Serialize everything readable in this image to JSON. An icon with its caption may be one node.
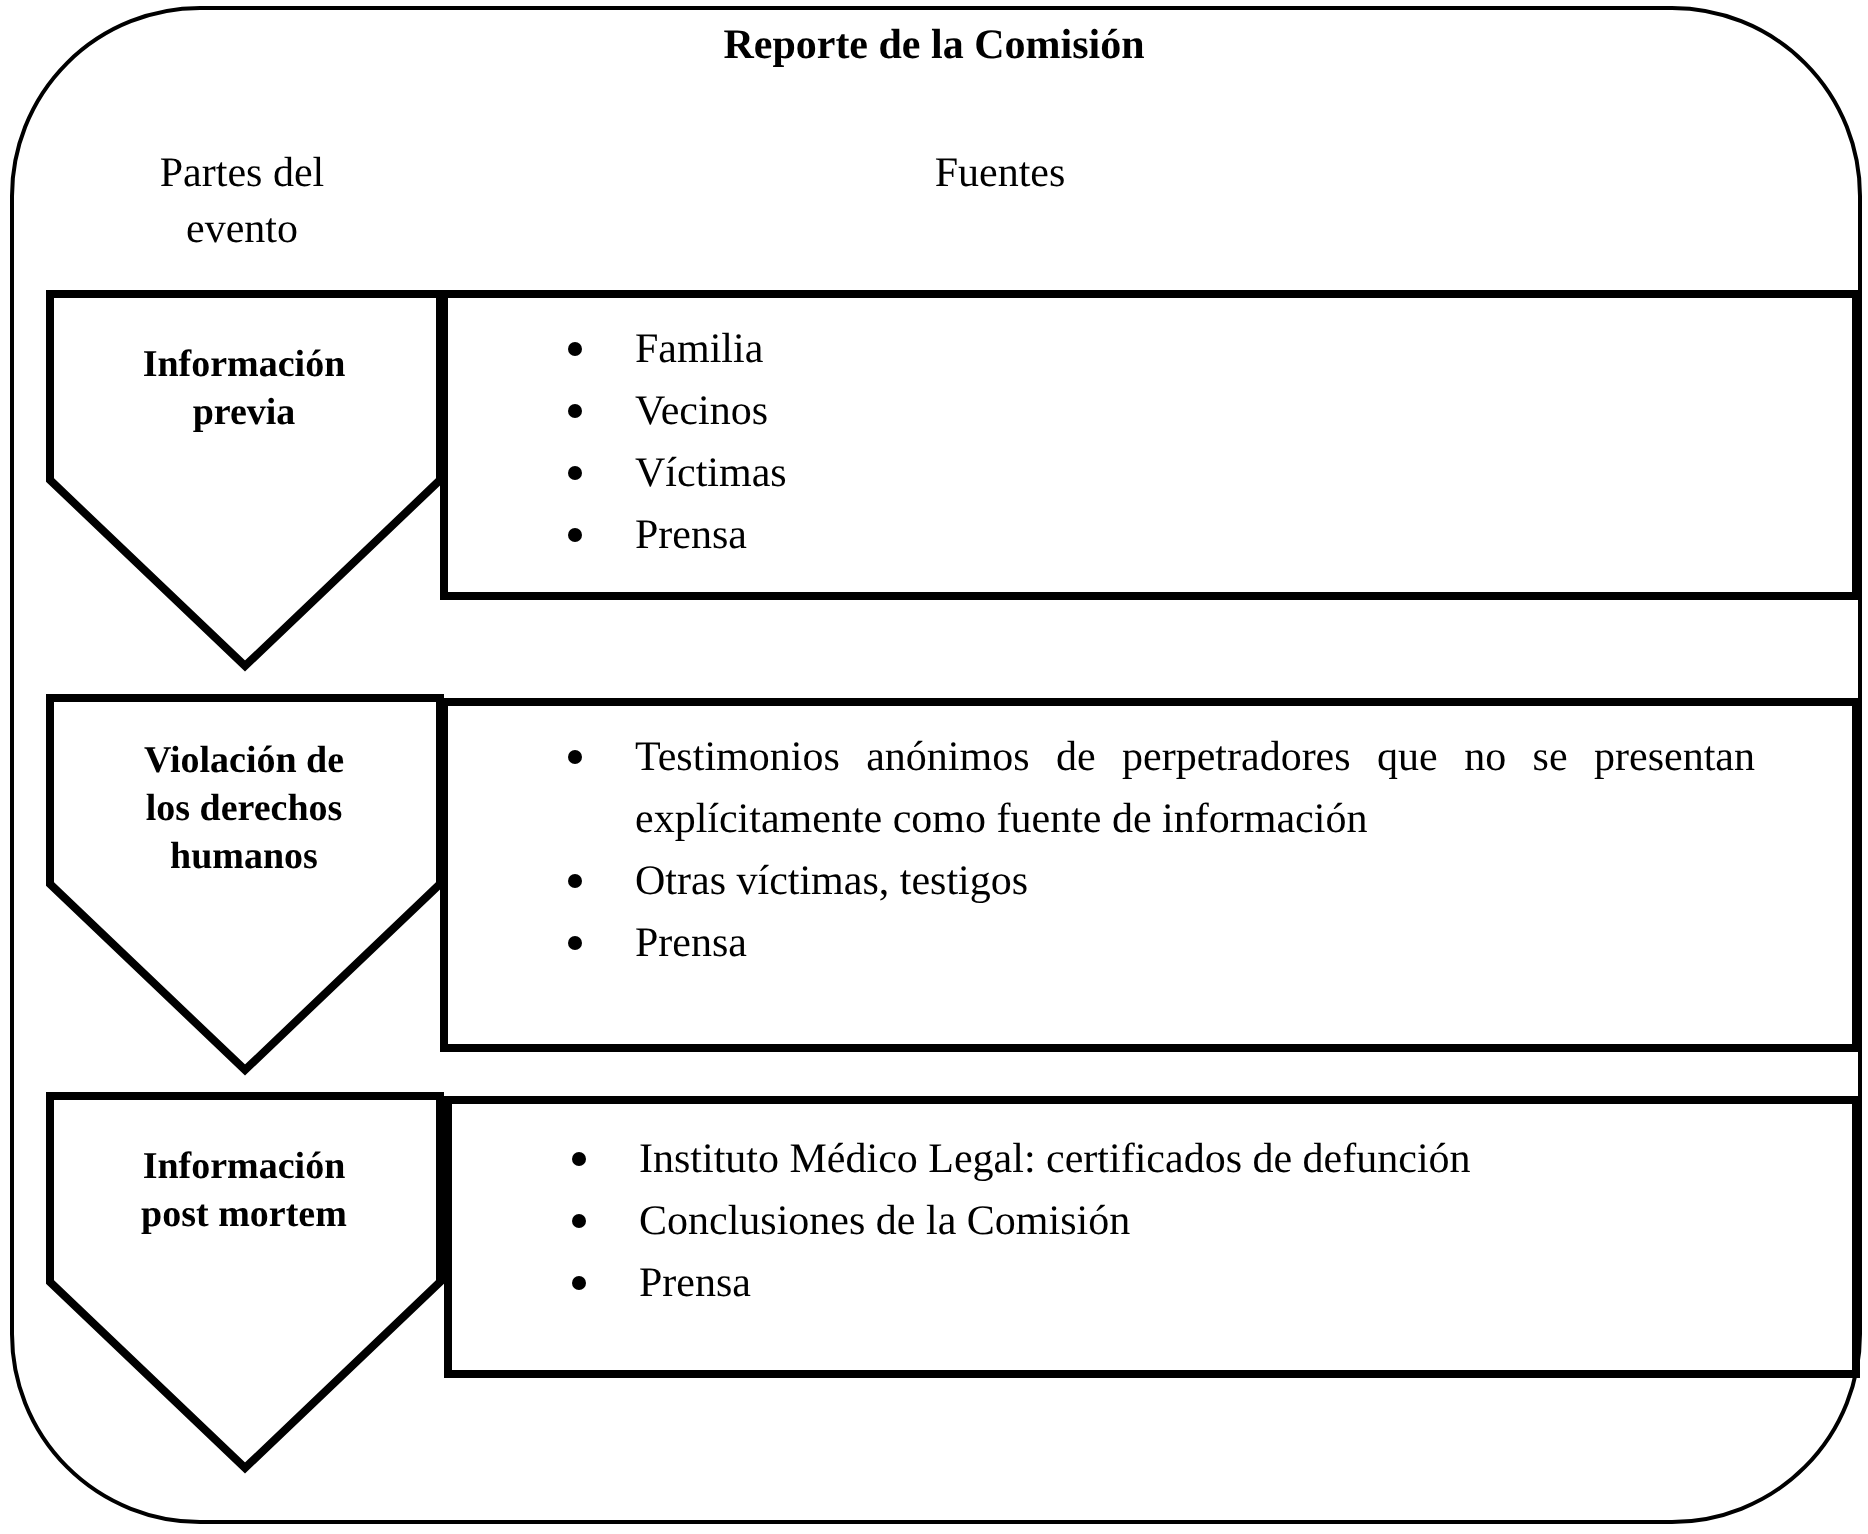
{
  "diagram": {
    "nodes": [
      {
        "text": [
          "Reporte de la Comisión"
        ]
      },
      {
        "text": [
          "Información previa"
        ],
        "in": 0
      },
      {
        "text": [
          "Familia",
          "Vecinos",
          "Víctimas",
          "Prensa"
        ],
        "in": 0
      },
      {
        "text": [
          "Violación de los derechos humanos"
        ],
        "in": 0
      },
      {
        "text": [
          "Testimonios anónimos de perpetradores que no se presentan explícitamente como fuente de información",
          "Otras víctimas, testigos",
          "Prensa"
        ],
        "in": 0
      },
      {
        "text": [
          "Información post mortem"
        ],
        "in": 0
      },
      {
        "text": [
          "Instituto Médico Legal: certificados de defunción",
          "Conclusiones de la Comisión",
          "Prensa"
        ],
        "in": 0
      }
    ],
    "edges": [],
    "labels": [
      "Partes del evento",
      "Fuentes"
    ]
  }
}
